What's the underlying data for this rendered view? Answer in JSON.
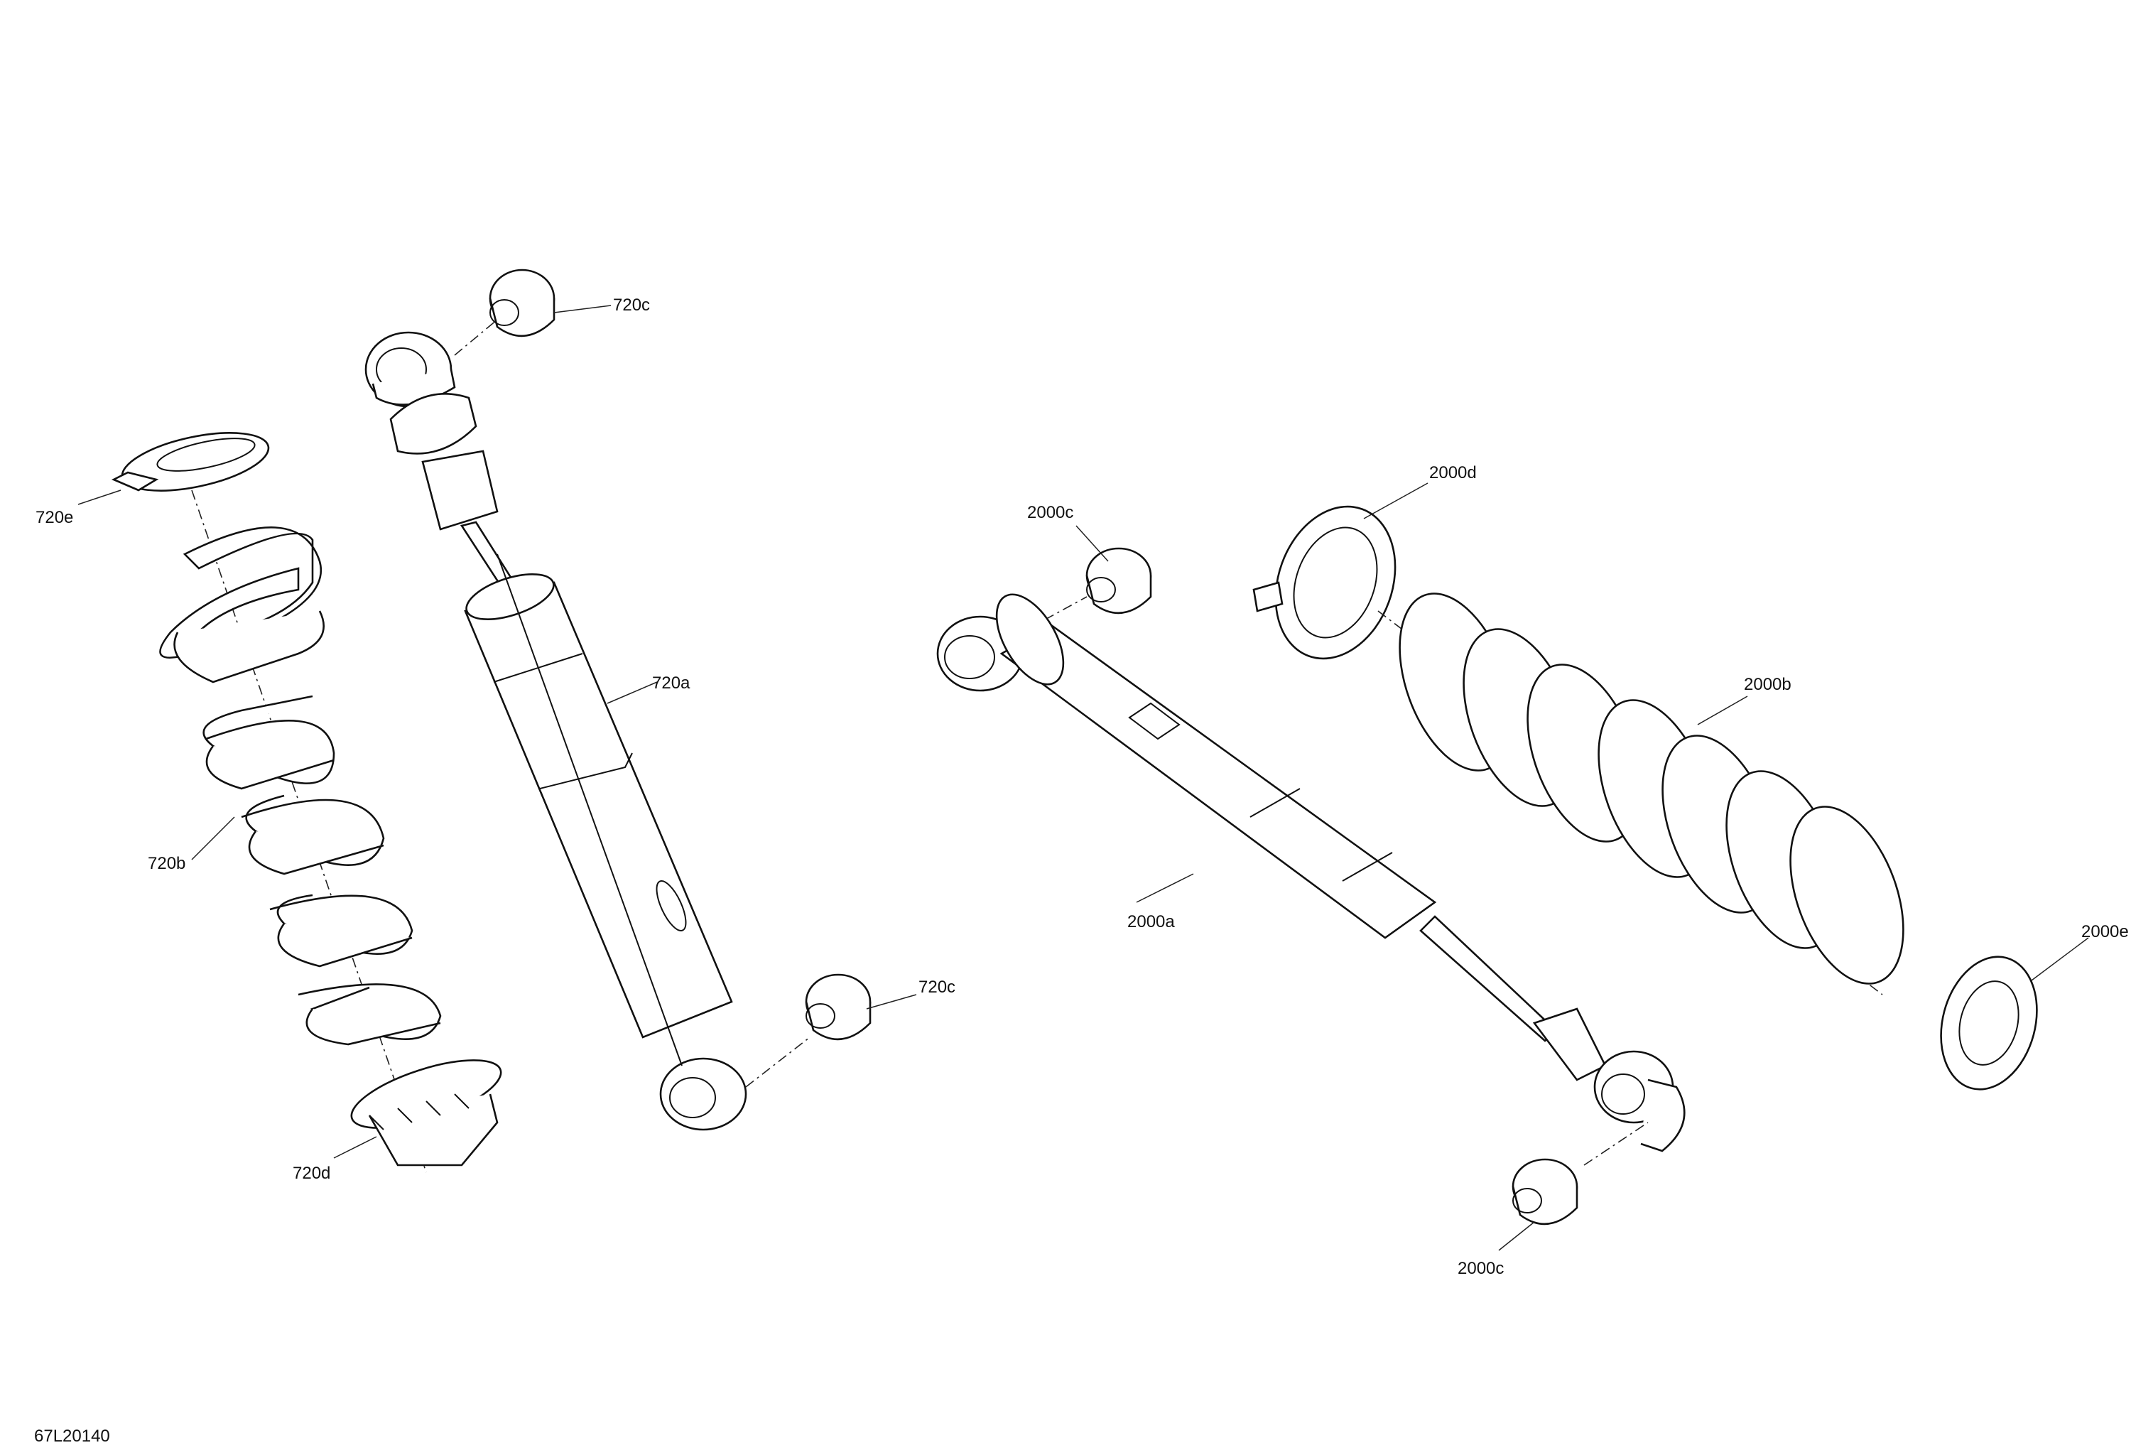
{
  "drawing_id": "67L20140",
  "assemblies": [
    {
      "name": "shock-720",
      "parts": [
        {
          "ref": "720a",
          "label": "720a",
          "part": "shock-absorber"
        },
        {
          "ref": "720b",
          "label": "720b",
          "part": "coil-spring"
        },
        {
          "ref": "720c",
          "label": "720c",
          "part": "bushing-upper"
        },
        {
          "ref": "720c_2",
          "label": "720c",
          "part": "bushing-lower"
        },
        {
          "ref": "720d",
          "label": "720d",
          "part": "spring-adjuster-seat"
        },
        {
          "ref": "720e",
          "label": "720e",
          "part": "spring-retainer"
        }
      ]
    },
    {
      "name": "shock-2000",
      "parts": [
        {
          "ref": "2000a",
          "label": "2000a",
          "part": "shock-absorber"
        },
        {
          "ref": "2000b",
          "label": "2000b",
          "part": "coil-spring"
        },
        {
          "ref": "2000c",
          "label": "2000c",
          "part": "bushing-upper"
        },
        {
          "ref": "2000c_2",
          "label": "2000c",
          "part": "bushing-lower"
        },
        {
          "ref": "2000d",
          "label": "2000d",
          "part": "spring-adjuster-ring"
        },
        {
          "ref": "2000e",
          "label": "2000e",
          "part": "spring-retainer"
        }
      ]
    }
  ],
  "labels": {
    "l720c_top": "720c",
    "l720e": "720e",
    "l720a": "720a",
    "l720b": "720b",
    "l720c_bot": "720c",
    "l720d": "720d",
    "l2000c_top": "2000c",
    "l2000d": "2000d",
    "l2000b": "2000b",
    "l2000a": "2000a",
    "l2000e": "2000e",
    "l2000c_bot": "2000c",
    "drawing_id": "67L20140"
  }
}
